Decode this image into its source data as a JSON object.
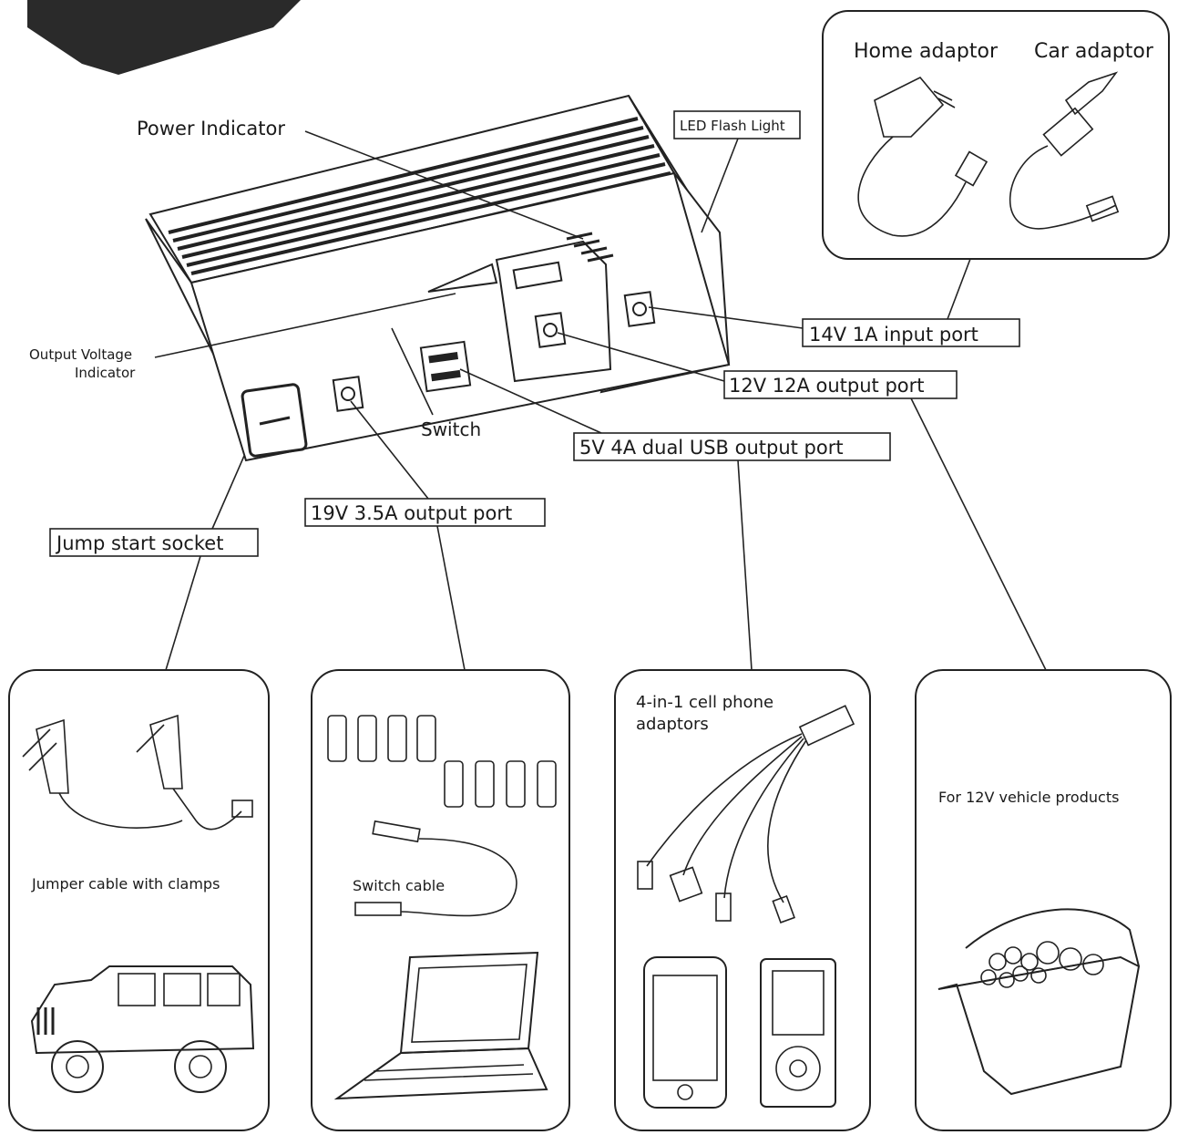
{
  "device_labels": {
    "power_indicator": "Power Indicator",
    "led_flash_light": "LED Flash Light",
    "output_voltage_indicator_line1": "Output Voltage",
    "output_voltage_indicator_line2": "Indicator",
    "switch": "Switch"
  },
  "ports": {
    "input_14v": "14V 1A input port",
    "output_12v": "12V 12A output port",
    "usb_5v": "5V 4A dual USB output port",
    "output_19v": "19V 3.5A output port",
    "jump_start": "Jump start socket"
  },
  "adaptors": {
    "home": "Home adaptor",
    "car": "Car adaptor"
  },
  "accessory_panels": {
    "jumper": "Jumper cable with clamps",
    "switch_cable": "Switch cable",
    "phone_line1": "4-in-1 cell phone",
    "phone_line2": "adaptors",
    "vehicle": "For 12V vehicle products"
  },
  "colors": {
    "ink": "#1a1a1a",
    "background": "#ffffff"
  }
}
